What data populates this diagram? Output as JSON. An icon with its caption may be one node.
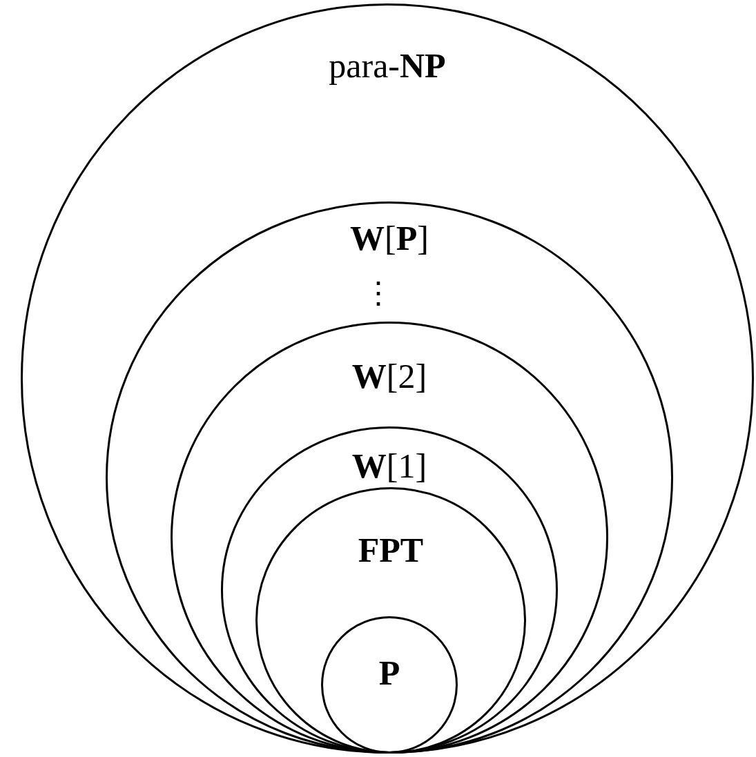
{
  "diagram": {
    "nodes": [
      {
        "text": [
          "para-**NP**"
        ]
      },
      {
        "text": [
          "**W**[**P**]"
        ],
        "in": 0
      },
      {
        "text": [
          "**W**[2]"
        ],
        "in": 1
      },
      {
        "text": [
          "**W**[1]"
        ],
        "in": 2
      },
      {
        "text": [
          "FPT"
        ],
        "in": 3
      },
      {
        "text": [
          "P"
        ],
        "in": 4
      }
    ],
    "labels": [
      "⋮"
    ]
  }
}
